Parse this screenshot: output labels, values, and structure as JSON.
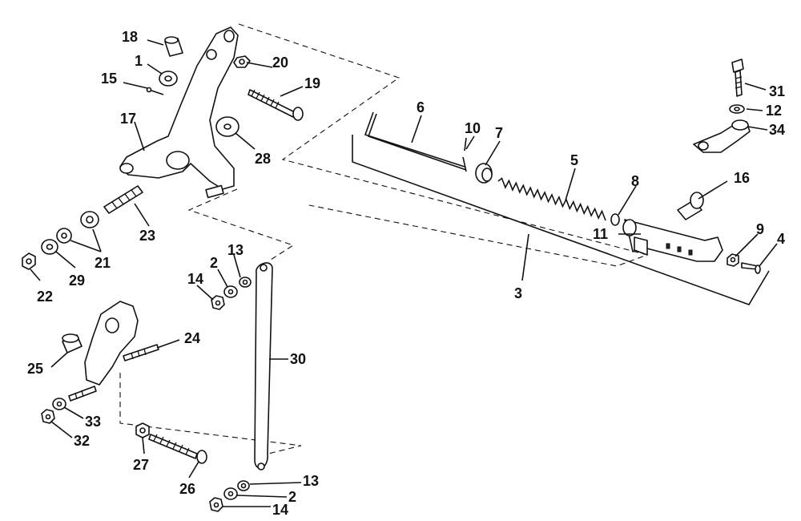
{
  "diagram": {
    "callouts": {
      "c1": "1",
      "c2a": "2",
      "c2b": "2",
      "c3": "3",
      "c4": "4",
      "c5": "5",
      "c6": "6",
      "c7": "7",
      "c8": "8",
      "c9": "9",
      "c10": "10",
      "c11": "11",
      "c12": "12",
      "c13a": "13",
      "c13b": "13",
      "c14a": "14",
      "c14b": "14",
      "c15": "15",
      "c16": "16",
      "c17": "17",
      "c18": "18",
      "c19": "19",
      "c20": "20",
      "c21": "21",
      "c22": "22",
      "c23": "23",
      "c24": "24",
      "c25": "25",
      "c26": "26",
      "c27": "27",
      "c28": "28",
      "c29": "29",
      "c30": "30",
      "c31": "31",
      "c32": "32",
      "c33": "33",
      "c34": "34"
    }
  }
}
